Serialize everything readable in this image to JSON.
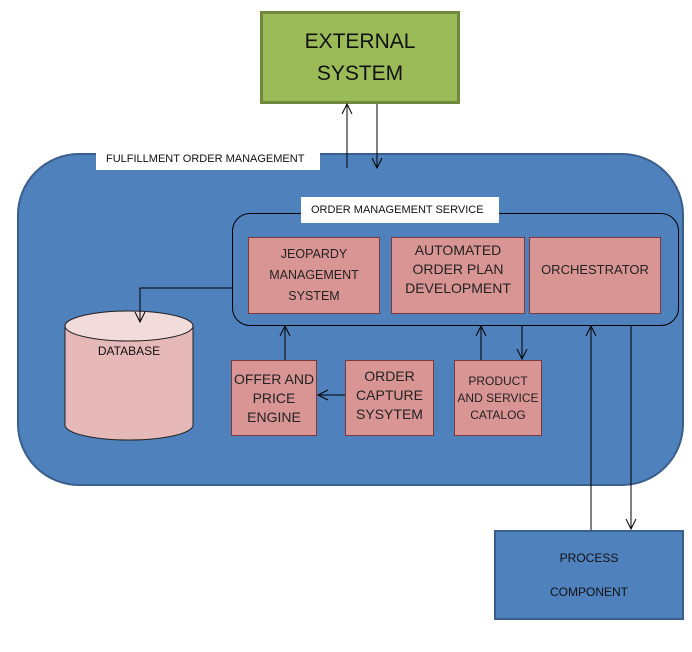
{
  "external_system": {
    "line1": "EXTERNAL",
    "line2": "SYSTEM"
  },
  "fulfillment_order_management": {
    "label": "FULFILLMENT  ORDER  MANAGEMENT"
  },
  "order_management_service": {
    "label": "ORDER  MANAGEMENT  SERVICE",
    "components": [
      {
        "lines": [
          "JEOPARDY",
          "MANAGEMENT",
          "SYSTEM"
        ]
      },
      {
        "lines": [
          "AUTOMATED",
          "ORDER PLAN",
          "DEVELOPMENT"
        ]
      },
      {
        "lines": [
          "ORCHESTRATOR"
        ]
      }
    ]
  },
  "database": {
    "label": "DATABASE"
  },
  "lower_components": [
    {
      "lines": [
        "OFFER AND",
        "PRICE",
        "ENGINE"
      ]
    },
    {
      "lines": [
        "ORDER",
        "CAPTURE",
        "SYSYTEM"
      ]
    },
    {
      "lines": [
        "PRODUCT",
        "AND SERVICE",
        "CATALOG"
      ]
    }
  ],
  "process_component": {
    "line1": "PROCESS",
    "line2": "COMPONENT"
  },
  "colors": {
    "external_fill": "#9bbb59",
    "container_fill": "#4f81bd",
    "component_fill": "#d99594",
    "database_fill": "#e6b9b8"
  }
}
